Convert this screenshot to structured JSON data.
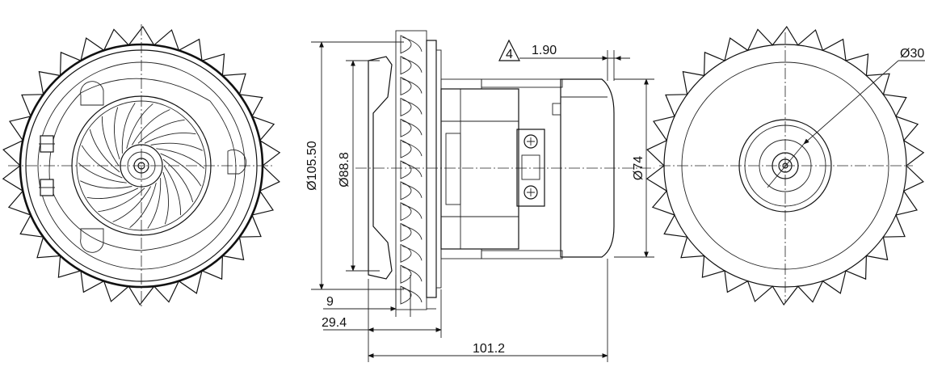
{
  "drawing": {
    "views": [
      "front-view",
      "side-view",
      "rear-view"
    ],
    "dimensions": {
      "outer_diameter": "Ø105.50",
      "inner_diameter": "Ø88.8",
      "motor_diameter": "Ø74",
      "shaft_diameter": "Ø30",
      "flange_offset": "9",
      "fan_depth": "29.4",
      "total_length": "101.2",
      "gap": "1.90",
      "note_number": "4"
    }
  },
  "colors": {
    "line": "#111111",
    "background": "#ffffff"
  }
}
